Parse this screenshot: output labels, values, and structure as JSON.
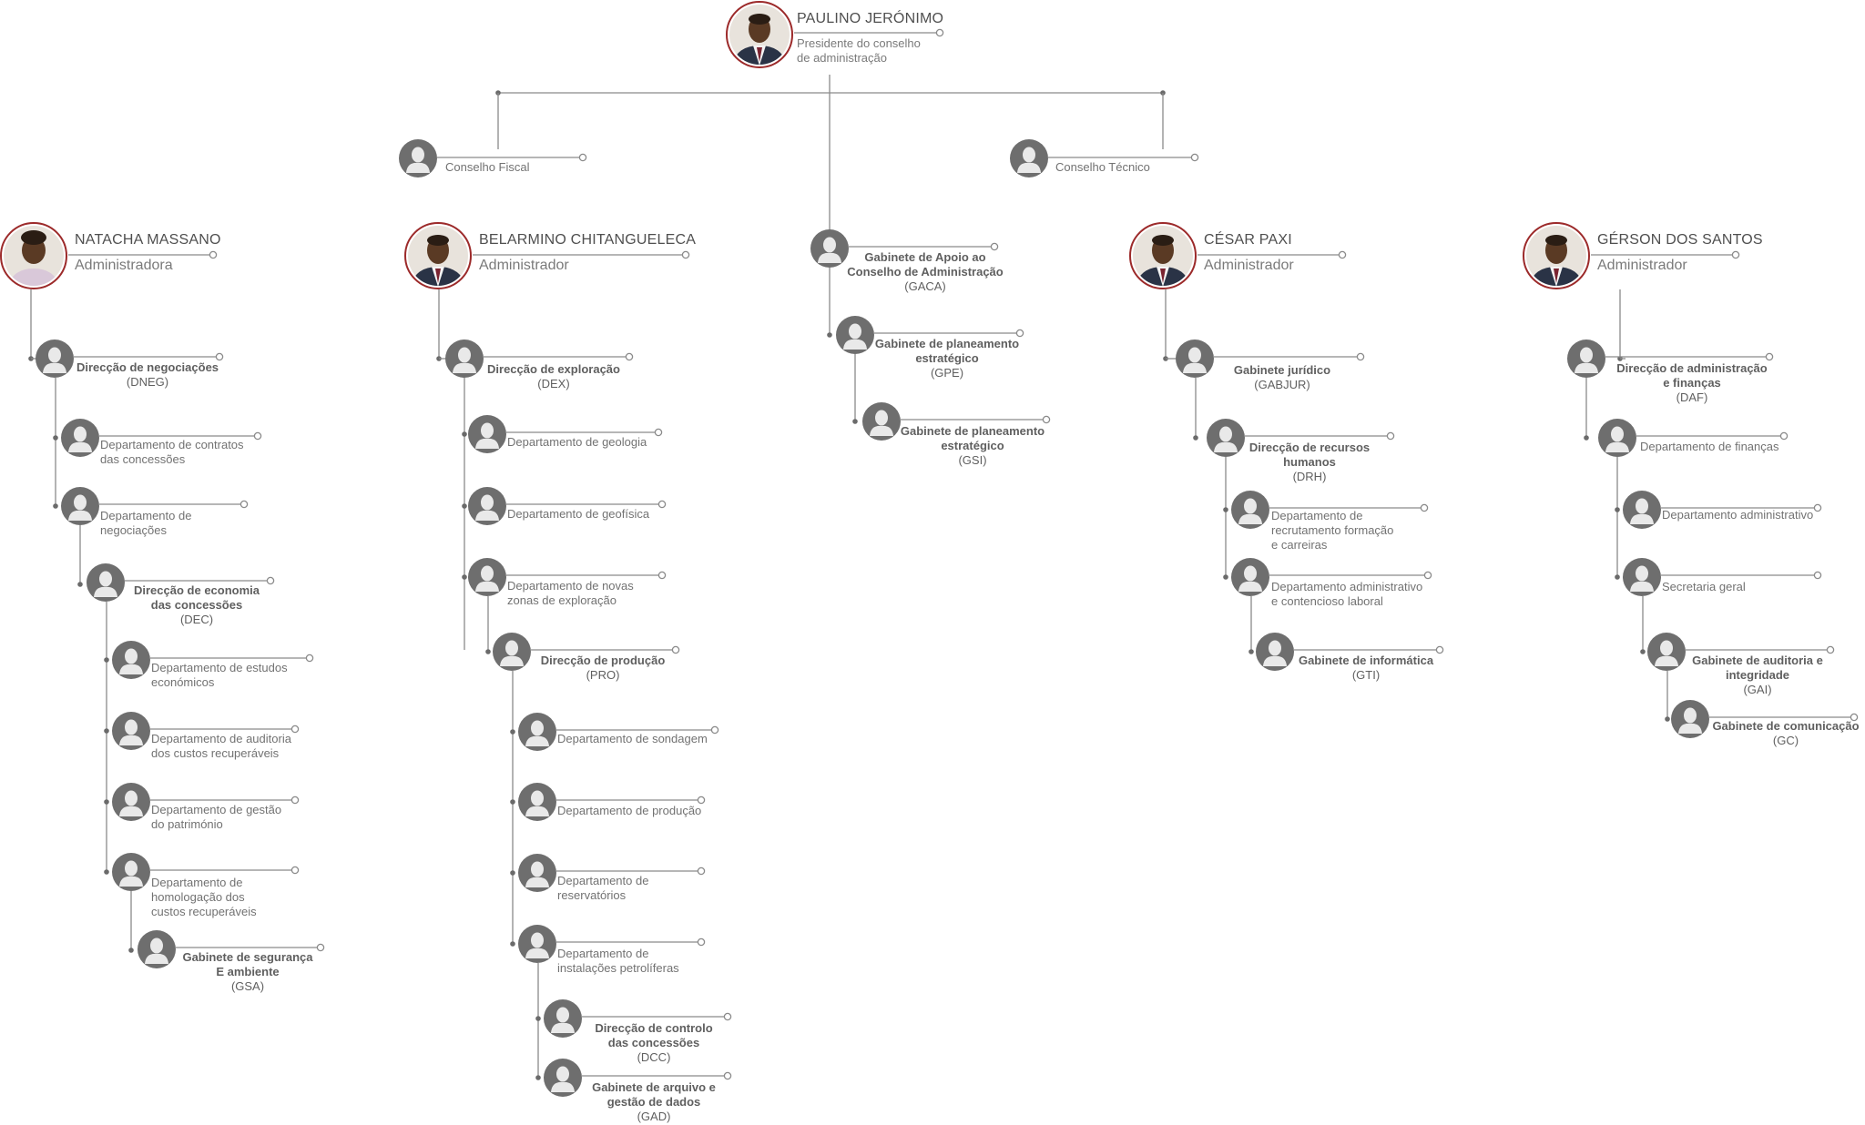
{
  "president": {
    "name": "PAULINO JERÓNIMO",
    "role": "Presidente do conselho\nde administração",
    "icon": "portrait-photo"
  },
  "councils": [
    {
      "label": "Conselho Fiscal",
      "icon": "person-avatar-icon"
    },
    {
      "label": "Conselho Técnico",
      "icon": "person-avatar-icon"
    }
  ],
  "administrators": [
    {
      "name": "NATACHA MASSANO",
      "role": "Administradora",
      "icon": "portrait-photo"
    },
    {
      "name": "BELARMINO CHITANGUELECA",
      "role": "Administrador",
      "icon": "portrait-photo"
    },
    {
      "name": "CÉSAR PAXI",
      "role": "Administrador",
      "icon": "portrait-photo"
    },
    {
      "name": "GÉRSON DOS SANTOS",
      "role": "Administrador",
      "icon": "portrait-photo"
    }
  ],
  "units": {
    "dneg": {
      "title": "Direcção de negociações",
      "code": "(DNEG)"
    },
    "dep_contratos": {
      "title": "Departamento de contratos\ndas concessões"
    },
    "dep_negociacoes": {
      "title": "Departamento de\nnegociações"
    },
    "dec": {
      "title": "Direcção de economia\ndas concessões",
      "code": "(DEC)"
    },
    "dep_estudos": {
      "title": "Departamento de estudos\neconómicos"
    },
    "dep_auditoria_custos": {
      "title": "Departamento de auditoria\ndos custos recuperáveis"
    },
    "dep_gestao_patrimonio": {
      "title": "Departamento de gestão\ndo património"
    },
    "dep_homologacao": {
      "title": "Departamento de\nhomologação dos\ncustos recuperáveis"
    },
    "gsa": {
      "title": "Gabinete de segurança\nE ambiente",
      "code": "(GSA)"
    },
    "dex": {
      "title": "Direcção de exploração",
      "code": "(DEX)"
    },
    "dep_geologia": {
      "title": "Departamento de geologia"
    },
    "dep_geofisica": {
      "title": "Departamento de geofísica"
    },
    "dep_novas_zonas": {
      "title": "Departamento de novas\nzonas de exploração"
    },
    "pro": {
      "title": "Direcção de produção",
      "code": "(PRO)"
    },
    "dep_sondagem": {
      "title": "Departamento de sondagem"
    },
    "dep_producao": {
      "title": "Departamento de produção"
    },
    "dep_reservatorios": {
      "title": "Departamento de\nreservatórios"
    },
    "dep_instalacoes": {
      "title": "Departamento de\ninstalações petrolíferas"
    },
    "dcc": {
      "title": "Direcção de controlo\ndas concessões",
      "code": "(DCC)"
    },
    "gad": {
      "title": "Gabinete de arquivo e\ngestão de dados",
      "code": "(GAD)"
    },
    "gaca": {
      "title": "Gabinete de Apoio ao\nConselho de Administração",
      "code": "(GACA)"
    },
    "gpe": {
      "title": "Gabinete de planeamento\nestratégico",
      "code": "(GPE)"
    },
    "gsi": {
      "title": "Gabinete de planeamento\nestratégico",
      "code": "(GSI)"
    },
    "gabjur": {
      "title": "Gabinete jurídico",
      "code": "(GABJUR)"
    },
    "drh": {
      "title": "Direcção de recursos\nhumanos",
      "code": "(DRH)"
    },
    "dep_recrutamento": {
      "title": "Departamento de\nrecrutamento formação\ne carreiras"
    },
    "dep_contencioso": {
      "title": "Departamento administrativo\ne contencioso laboral"
    },
    "gti": {
      "title": "Gabinete de informática",
      "code": "(GTI)"
    },
    "daf": {
      "title": "Direcção de administração\ne finanças",
      "code": "(DAF)"
    },
    "dep_financas": {
      "title": "Departamento de finanças"
    },
    "dep_administrativo": {
      "title": "Departamento administrativo"
    },
    "secretaria": {
      "title": "Secretaria geral"
    },
    "gai": {
      "title": "Gabinete de auditoria e\nintegridade",
      "code": "(GAI)"
    },
    "gc": {
      "title": "Gabinete de comunicação",
      "code": "(GC)"
    }
  },
  "colors": {
    "line": "#8a8a8a",
    "avatar": "#6e6e6e",
    "photo_ring": "#9c2a2a",
    "text": "#727272"
  }
}
